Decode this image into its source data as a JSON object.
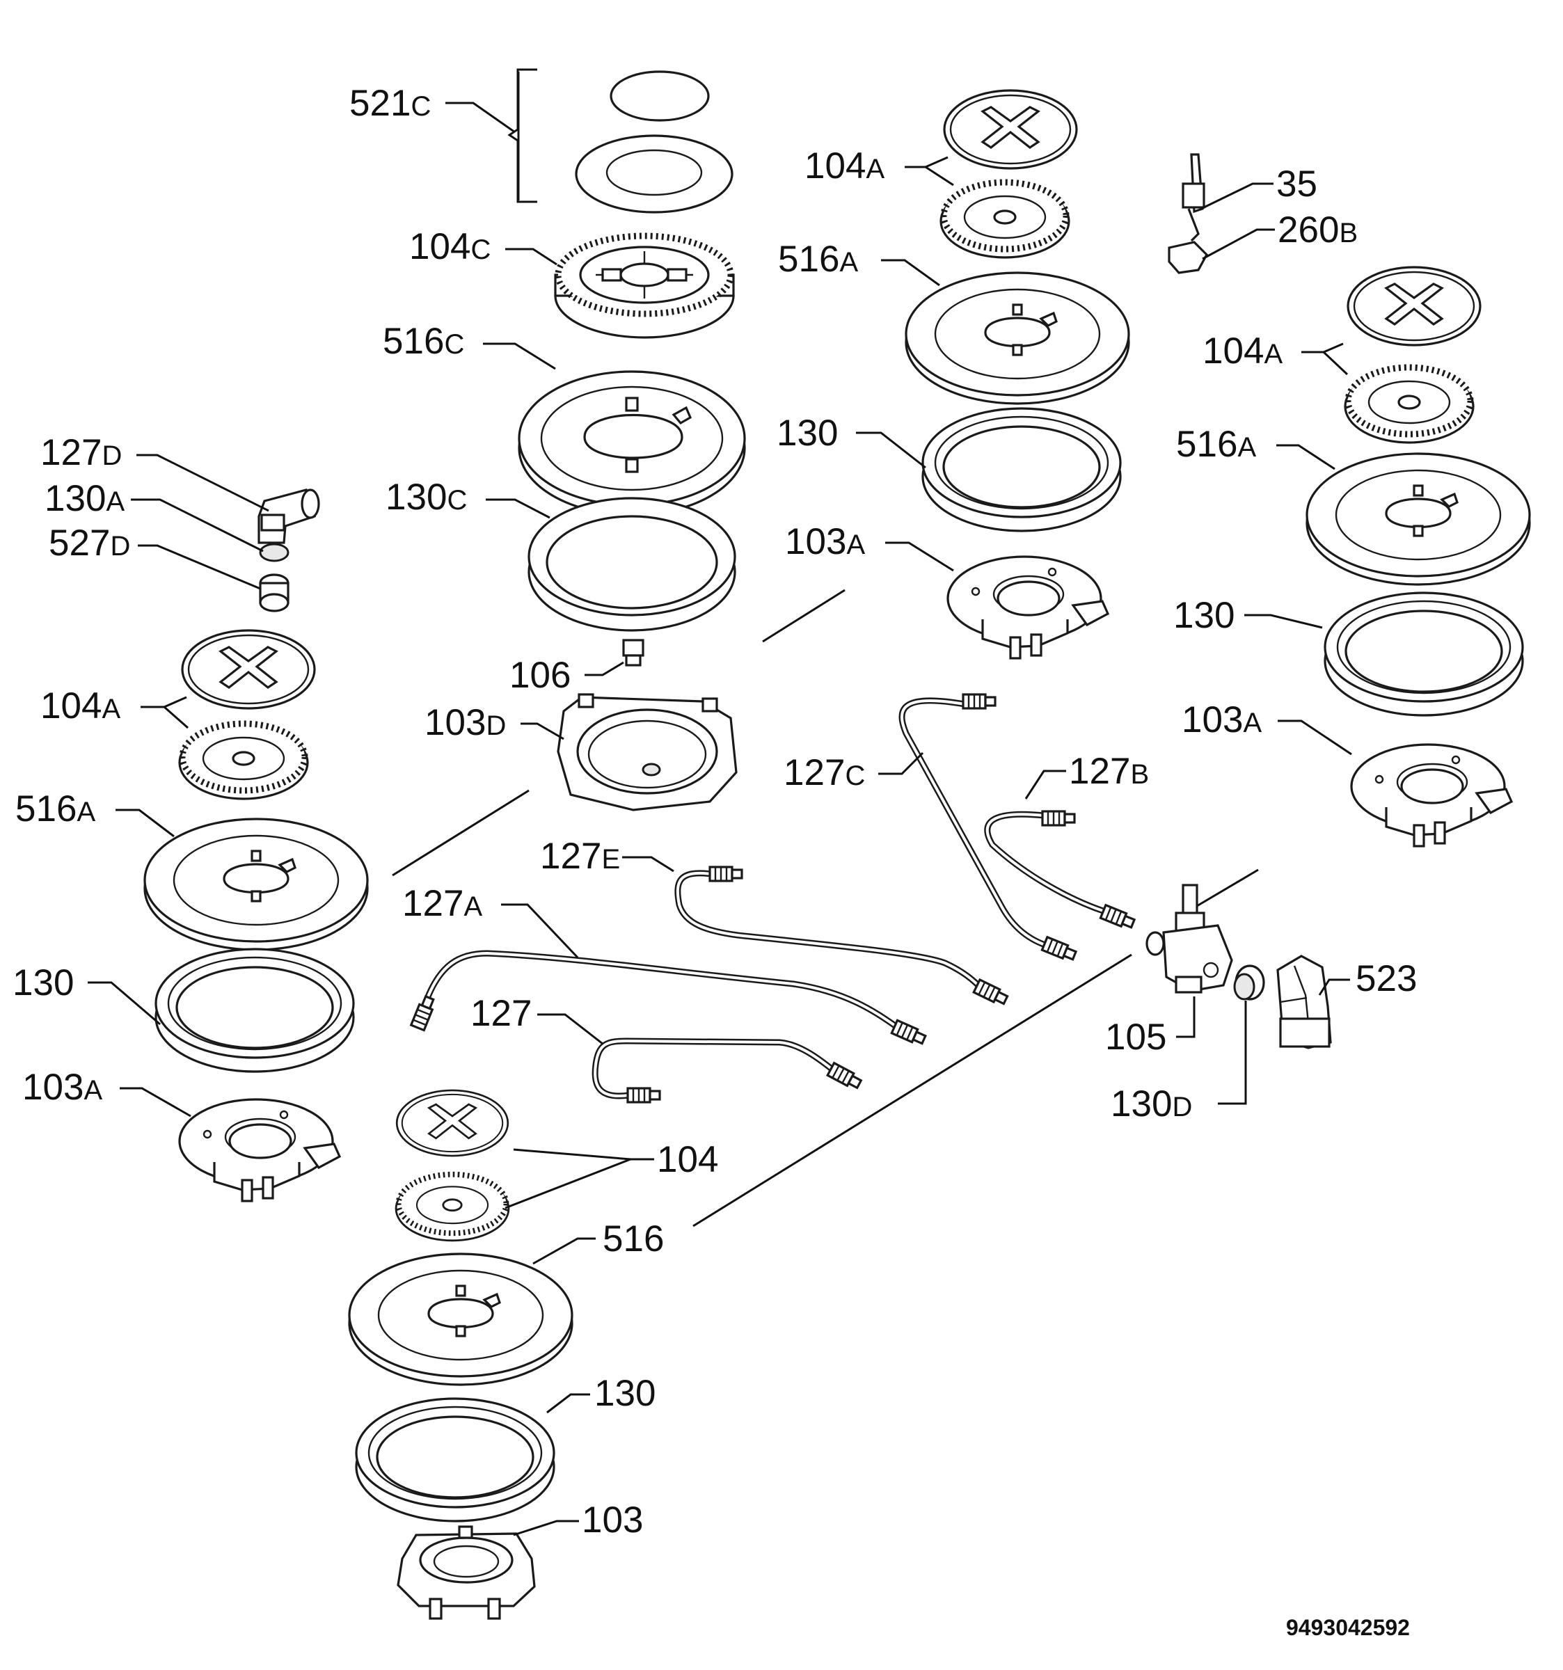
{
  "labels": [
    {
      "id": "l521c",
      "num": "521",
      "suf": "C"
    },
    {
      "id": "l104c",
      "num": "104",
      "suf": "C"
    },
    {
      "id": "l516c",
      "num": "516",
      "suf": "C"
    },
    {
      "id": "l130c",
      "num": "130",
      "suf": "C"
    },
    {
      "id": "l106",
      "num": "106",
      "suf": ""
    },
    {
      "id": "l103d",
      "num": "103",
      "suf": "D"
    },
    {
      "id": "l127d",
      "num": "127",
      "suf": "D"
    },
    {
      "id": "l130a",
      "num": "130",
      "suf": "A"
    },
    {
      "id": "l527d",
      "num": "527",
      "suf": "D"
    },
    {
      "id": "l104a_left",
      "num": "104",
      "suf": "A"
    },
    {
      "id": "l516a_left",
      "num": "516",
      "suf": "A"
    },
    {
      "id": "l130_left",
      "num": "130",
      "suf": ""
    },
    {
      "id": "l103a_left",
      "num": "103",
      "suf": "A"
    },
    {
      "id": "l104a_top",
      "num": "104",
      "suf": "A"
    },
    {
      "id": "l516a_top",
      "num": "516",
      "suf": "A"
    },
    {
      "id": "l130_top",
      "num": "130",
      "suf": ""
    },
    {
      "id": "l103a_top",
      "num": "103",
      "suf": "A"
    },
    {
      "id": "l35",
      "num": "35",
      "suf": ""
    },
    {
      "id": "l260b",
      "num": "260",
      "suf": "B"
    },
    {
      "id": "l104a_right",
      "num": "104",
      "suf": "A"
    },
    {
      "id": "l516a_right",
      "num": "516",
      "suf": "A"
    },
    {
      "id": "l130_right",
      "num": "130",
      "suf": ""
    },
    {
      "id": "l103a_right",
      "num": "103",
      "suf": "A"
    },
    {
      "id": "l127c",
      "num": "127",
      "suf": "C"
    },
    {
      "id": "l127b",
      "num": "127",
      "suf": "B"
    },
    {
      "id": "l127e",
      "num": "127",
      "suf": "E"
    },
    {
      "id": "l127a",
      "num": "127",
      "suf": "A"
    },
    {
      "id": "l127",
      "num": "127",
      "suf": ""
    },
    {
      "id": "l104",
      "num": "104",
      "suf": ""
    },
    {
      "id": "l516",
      "num": "516",
      "suf": ""
    },
    {
      "id": "l130_bottom",
      "num": "130",
      "suf": ""
    },
    {
      "id": "l103",
      "num": "103",
      "suf": ""
    },
    {
      "id": "l105",
      "num": "105",
      "suf": ""
    },
    {
      "id": "l130d",
      "num": "130",
      "suf": "D"
    },
    {
      "id": "l523",
      "num": "523",
      "suf": ""
    }
  ],
  "drawing_code": "9493042592"
}
